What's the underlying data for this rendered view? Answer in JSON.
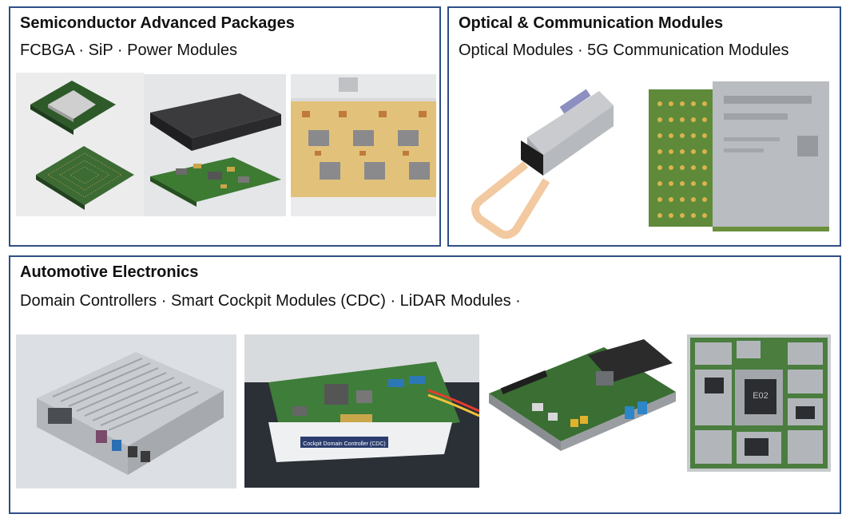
{
  "panels": {
    "semiconductor": {
      "title": "Semiconductor Advanced Packages",
      "subtitle": "FCBGA · SiP · Power Modules"
    },
    "optical": {
      "title": "Optical & Communication Modules",
      "subtitle": "Optical Modules · 5G Communication Modules"
    },
    "automotive": {
      "title": "Automotive Electronics",
      "subtitle": "Domain Controllers · Smart Cockpit Modules (CDC) · LiDAR Modules ·"
    }
  },
  "image_labels": {
    "cdc_label": "Cockpit Domain Controller (CDC)",
    "module_chip_label": "E02"
  },
  "colors": {
    "panel_border": "#2f4f86",
    "pcb_green": "#3f7d3a",
    "gold": "#c9a64a"
  }
}
